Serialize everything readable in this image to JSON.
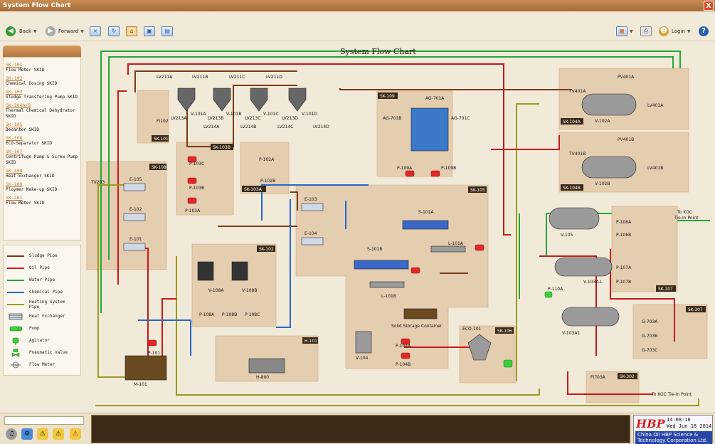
{
  "window": {
    "title": "System Flow Chart",
    "close_glyph": "X"
  },
  "toolbar": {
    "back": "Back",
    "forward": "Forward",
    "login": "Login",
    "help": "?"
  },
  "sidebar": {
    "skids": [
      {
        "code": "SK-101",
        "name": "Flow Meter SKID"
      },
      {
        "code": "SK-102",
        "name": "Chemical Dosing SKID"
      },
      {
        "code": "SK-103",
        "name": "Sludge Transfering Pump SKID"
      },
      {
        "code": "SK-104A/B",
        "name": "Thermal Chemical Dehydrator SKID"
      },
      {
        "code": "SK-105",
        "name": "Decanter SKID"
      },
      {
        "code": "SK-106",
        "name": "ECO-Separator SKID"
      },
      {
        "code": "SK-107",
        "name": "Centrifuge Pump & Screw Pump SKID"
      },
      {
        "code": "SK-108",
        "name": "Heat Exchanger SKID"
      },
      {
        "code": "SK-109",
        "name": "Ploymer Make-up SKID"
      },
      {
        "code": "SK-201",
        "name": "Flow Meter SKID"
      }
    ],
    "legend": [
      {
        "label": "Sludge Pipe",
        "color": "#7a3a1a"
      },
      {
        "label": "Oil Pipe",
        "color": "#c8181a"
      },
      {
        "label": "Water Pipe",
        "color": "#22a83a"
      },
      {
        "label": "Chemical Pipe",
        "color": "#2468c8"
      },
      {
        "label": "Heating System Pipe",
        "color": "#9a9a20"
      },
      {
        "label": "Heat Exchanger"
      },
      {
        "label": "Pump"
      },
      {
        "label": "Agitator"
      },
      {
        "label": "Pneumatic Valve"
      },
      {
        "label": "Flow Meter"
      }
    ]
  },
  "flow": {
    "title": "System Flow Chart",
    "skid_tags": [
      "SK-101",
      "SK-108",
      "SK-103B",
      "SK-103A",
      "SK-109",
      "SK-104A",
      "SK-104B",
      "SK-105",
      "SK-102",
      "H-101",
      "SK-106",
      "SK-107",
      "SK-307",
      "SK-302"
    ],
    "equipment": [
      "V-101A",
      "V-101B",
      "V-101C",
      "V-101D",
      "V-102A",
      "V-102B",
      "V-103A-L",
      "V-103A1",
      "V-104",
      "V-105",
      "V-108A",
      "V-108B",
      "M-101",
      "H-800",
      "S-101A",
      "S-101B",
      "L-101A",
      "L-101B",
      "ECO-101",
      "E-101",
      "E-102",
      "E-103",
      "E-104",
      "E-105",
      "FI102",
      "FI703A",
      "TV203",
      "TV401A",
      "TV401B",
      "PV401A",
      "PV401B",
      "LV401A",
      "LV401B",
      "AG-701A",
      "AG-701B",
      "AG-701C",
      "LV211A",
      "LV211B",
      "LV211C",
      "LV211D",
      "LV213A",
      "LV213B",
      "LV213C",
      "LV213D",
      "LV214A",
      "LV214B",
      "LV214C",
      "LV214D"
    ],
    "pumps": [
      "P-101",
      "P-102A",
      "P-102B",
      "P-103A",
      "P-103B",
      "P-103C",
      "P-104A",
      "P-104B",
      "P-106A",
      "P-106B",
      "P-107A",
      "P-107B",
      "P-108A",
      "P-108B",
      "P-108C",
      "P-109A",
      "P-109B",
      "P-110A",
      "G-703A",
      "G-703B",
      "G-703C"
    ],
    "labels": {
      "solid_storage": "Solid Storage Container",
      "koc_tie_1": "To KOC",
      "koc_tie_2": "Tie-In Point",
      "koc_tie_3": "To KOC Tie-In Point"
    }
  },
  "status": {
    "time": "14:08:16",
    "date": "Wed Jun 18 2014",
    "logo": "HBP",
    "company_line1": "China Oil HBP Science &",
    "company_line2": "Technology Corporation Ltd."
  }
}
